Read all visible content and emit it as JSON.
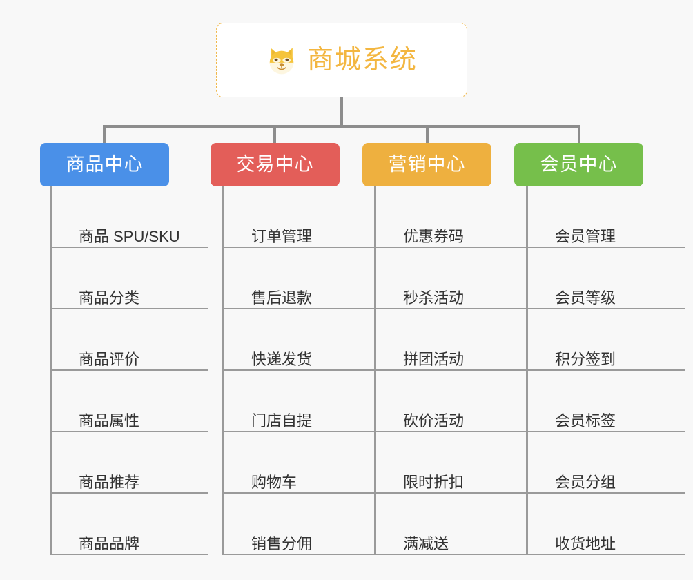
{
  "canvas": {
    "background_color": "#f8f8f8",
    "connector_color": "#8d8d8d",
    "leaf_line_color": "#9a9a9a"
  },
  "root": {
    "title": "商城系统",
    "emoji_name": "dog-face-emoji",
    "text_color": "#f3b640",
    "border_color": "#f0b84a",
    "background_color": "#ffffff"
  },
  "categories": [
    {
      "label": "商品中心",
      "color": "#4a90e8",
      "items": [
        "商品 SPU/SKU",
        "商品分类",
        "商品评价",
        "商品属性",
        "商品推荐",
        "商品品牌"
      ]
    },
    {
      "label": "交易中心",
      "color": "#e35e59",
      "items": [
        "订单管理",
        "售后退款",
        "快递发货",
        "门店自提",
        "购物车",
        "销售分佣"
      ]
    },
    {
      "label": "营销中心",
      "color": "#eeb03f",
      "items": [
        "优惠券码",
        "秒杀活动",
        "拼团活动",
        "砍价活动",
        "限时折扣",
        "满减送"
      ]
    },
    {
      "label": "会员中心",
      "color": "#76bf4b",
      "items": [
        "会员管理",
        "会员等级",
        "积分签到",
        "会员标签",
        "会员分组",
        "收货地址"
      ]
    }
  ]
}
